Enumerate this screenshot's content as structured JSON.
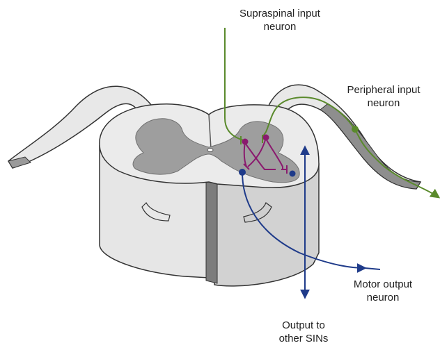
{
  "labels": {
    "supraspinal": "Supraspinal input\nneuron",
    "peripheral": "Peripheral input\nneuron",
    "motor": "Motor output\nneuron",
    "output": "Output to\nother SINs"
  },
  "colors": {
    "supraspinal": "#5a8a2c",
    "peripheral": "#5a8a2c",
    "interneuron": "#8a1a6e",
    "motor": "#1f3b8a",
    "output": "#1f3b8a",
    "white_matter": "#e8e8e8",
    "gray_matter": "#9e9e9e",
    "outline": "#333333"
  }
}
